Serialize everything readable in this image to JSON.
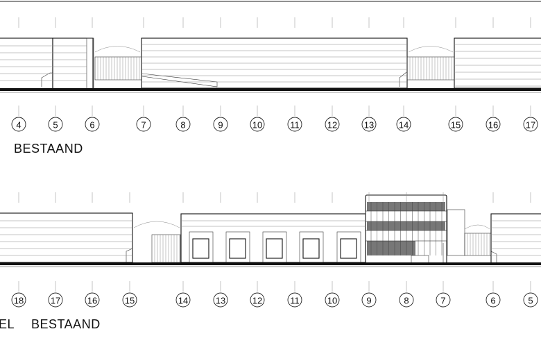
{
  "top_elevation": {
    "grid_labels": [
      "4",
      "5",
      "6",
      "7",
      "8",
      "9",
      "10",
      "11",
      "12",
      "13",
      "14",
      "15",
      "16",
      "17"
    ],
    "caption": "BESTAAND"
  },
  "bottom_elevation": {
    "grid_labels": [
      "18",
      "17",
      "16",
      "15",
      "14",
      "13",
      "12",
      "11",
      "10",
      "9",
      "8",
      "7",
      "6",
      "5"
    ],
    "caption_prefix": "EL",
    "caption": "BESTAAND"
  }
}
